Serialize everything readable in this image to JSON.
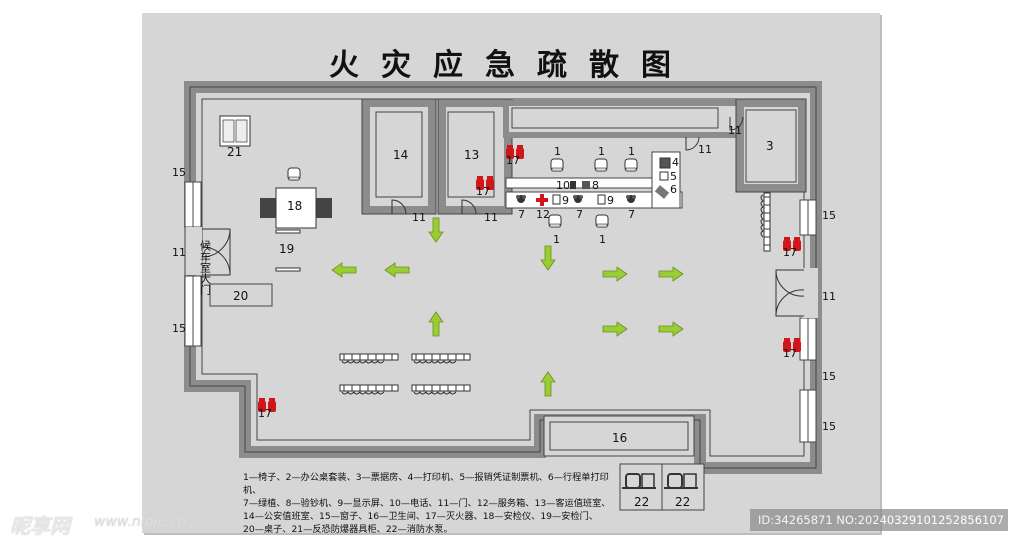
{
  "title": "火灾应急疏散图",
  "room_labels": {
    "r14": "14",
    "r13": "13",
    "r3": "3",
    "r16": "16",
    "r18": "18",
    "r19": "19",
    "r20": "20",
    "r21": "21",
    "r22a": "22",
    "r22b": "22",
    "w15_left_top": "15",
    "w15_left_bot": "15",
    "w15_right_top": "15",
    "w15_right_mid": "15",
    "w15_right_bot": "15",
    "d11_left": "11",
    "d11_right": "11",
    "d11_r14": "11",
    "d11_r13": "11",
    "d11_top_a": "11",
    "d11_top_b": "11",
    "c1a": "1",
    "c1b": "1",
    "c1c": "1",
    "c1d": "1",
    "c1e": "1",
    "n10": "10",
    "n8": "8",
    "n9a": "9",
    "n9b": "9",
    "n7a": "7",
    "n7b": "7",
    "n7c": "7",
    "n12": "12",
    "n4": "4",
    "n5": "5",
    "n6": "6",
    "ext17": "17"
  },
  "vertical_door_text": "候车室大门",
  "legend_lines": [
    "1—椅子、2—办公桌套装、3—票据房、4—打印机、5—报销凭证制票机、6—行程单打印机、",
    "7—绿植、8—验钞机、9—显示屏、10—电话、11—门、12—服务箱、13—客运值班室、",
    "14—公安值班室、15—窗子、16—卫生间、17—灭火器、18—安检仪、19—安检门、",
    "20—桌子、21—反恐防爆器具柜、22—消防水泵。"
  ],
  "watermark_left": "昵享网",
  "watermark_url": "www.nipic.cn",
  "watermark_id": "ID:34265871 NO:20240329101252856107",
  "colors": {
    "wall": "#8c8c8c",
    "floor": "#d6d6d6",
    "arrow": "#9acd32",
    "extinguisher": "#d0161b"
  }
}
